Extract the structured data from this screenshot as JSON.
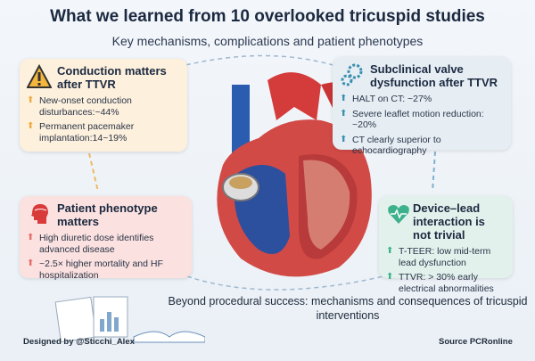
{
  "title": "What we learned from 10 overlooked tricuspid studies",
  "subtitle": "Key mechanisms, complications and patient phenotypes",
  "panels": [
    {
      "title": "Conduction matters after TTVR",
      "icon": "warning-icon",
      "color": "#f0a83c",
      "items": [
        "New-onset conduction disturbances:~44%",
        "Permanent pacemaker implantation:14~19%"
      ]
    },
    {
      "title": "Patient phenotype matters",
      "icon": "head-icon",
      "color": "#e56a6a",
      "items": [
        "High diuretic dose identifies advanced disease",
        "~2.5× higher mortality and HF hospitalization"
      ]
    },
    {
      "title": "Subclinical valve dysfunction after TTVR",
      "icon": "gears-icon",
      "color": "#3d8fb0",
      "items": [
        "HALT on CT: ~27%",
        "Severe leaflet motion reduction: ~20%",
        "CT clearly superior to echocardiography"
      ]
    },
    {
      "title": "Device–lead interaction is not trivial",
      "icon": "heart-monitor-icon",
      "color": "#3db08c",
      "items": [
        "T-TEER: low mid-term lead dysfunction",
        "TTVR: > 30% early electrical abnormalities"
      ]
    }
  ],
  "arrow_glyph": "⬆",
  "bottom_text": "Beyond procedural success: mechanisms and consequences of tricuspid interventions",
  "credit": "Designed by @Sticchi_Alex",
  "source": "Source PCRonline"
}
